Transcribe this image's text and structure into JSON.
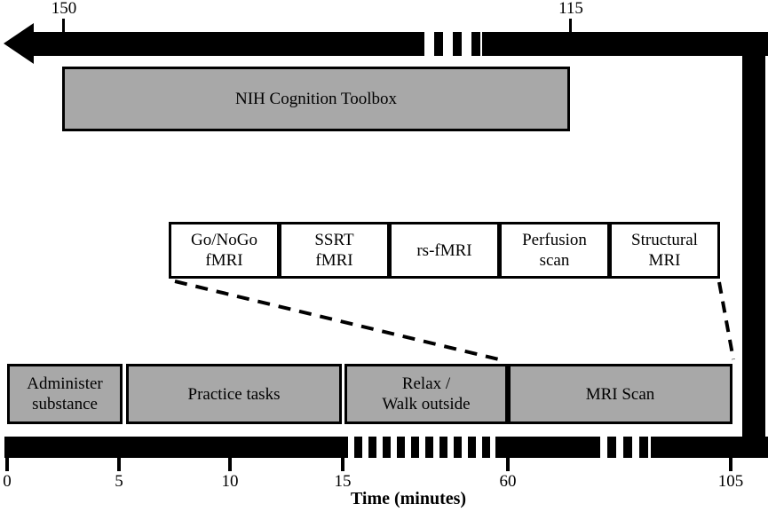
{
  "top_timeline": {
    "ticks": [
      {
        "label": "150",
        "minute": 150
      },
      {
        "label": "115",
        "minute": 115
      }
    ],
    "direction": "arrow points left, time increases right-to-left",
    "has_break_marks": true
  },
  "toolbox": {
    "label": "NIH Cognition Toolbox",
    "span_minutes": [
      115,
      150
    ]
  },
  "scan_sequence": {
    "boxes": [
      {
        "label": "Go/NoGo\nfMRI"
      },
      {
        "label": "SSRT\nfMRI"
      },
      {
        "label": "rs-fMRI"
      },
      {
        "label": "Perfusion\nscan"
      },
      {
        "label": "Structural\nMRI"
      }
    ],
    "note": "zoom detail of MRI Scan box, linked by dashed lines"
  },
  "session_tasks": {
    "boxes": [
      {
        "label": "Administer\nsubstance",
        "span_minutes": [
          0,
          5
        ]
      },
      {
        "label": "Practice tasks",
        "span_minutes": [
          5,
          15
        ]
      },
      {
        "label": "Relax /\nWalk outside",
        "span_minutes": [
          15,
          60
        ]
      },
      {
        "label": "MRI Scan",
        "span_minutes": [
          60,
          105
        ]
      }
    ]
  },
  "bottom_timeline": {
    "ticks": [
      {
        "label": "0"
      },
      {
        "label": "5"
      },
      {
        "label": "10"
      },
      {
        "label": "15"
      },
      {
        "label": "60"
      },
      {
        "label": "105"
      }
    ],
    "axis_label": "Time (minutes)",
    "has_break_marks": true
  },
  "colors": {
    "box_fill_gray": "#a8a8a8",
    "box_fill_white": "#ffffff",
    "bar_black": "#000000",
    "border_black": "#000000",
    "background": "#ffffff"
  },
  "chart_data": {
    "type": "table",
    "title": "Study session timeline (minutes)",
    "xlabel": "Time (minutes)",
    "events": [
      {
        "name": "Administer substance",
        "start": 0,
        "end": 5
      },
      {
        "name": "Practice tasks",
        "start": 5,
        "end": 15
      },
      {
        "name": "Relax / Walk outside",
        "start": 15,
        "end": 60
      },
      {
        "name": "MRI Scan",
        "start": 60,
        "end": 105,
        "subtasks": [
          "Go/NoGo fMRI",
          "SSRT fMRI",
          "rs-fMRI",
          "Perfusion scan",
          "Structural MRI"
        ]
      },
      {
        "name": "NIH Cognition Toolbox",
        "start": 115,
        "end": 150
      }
    ],
    "axis_breaks": [
      "15-60 compressed",
      "105-115 compressed"
    ]
  }
}
